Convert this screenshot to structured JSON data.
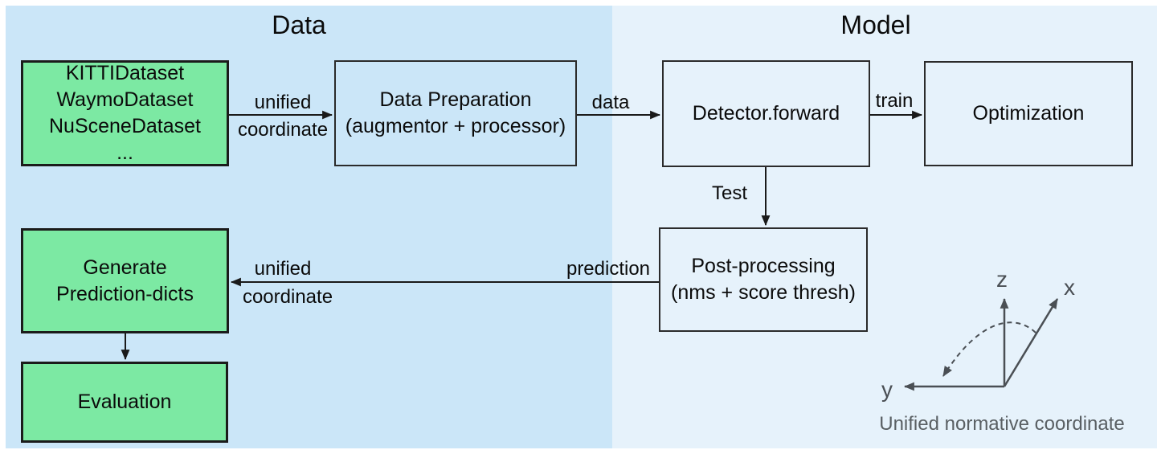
{
  "titles": {
    "data": "Data",
    "model": "Model"
  },
  "boxes": {
    "datasets": {
      "lines": [
        "KITTIDataset",
        "WaymoDataset",
        "NuSceneDataset",
        "..."
      ]
    },
    "data_preparation": {
      "lines": [
        "Data Preparation",
        "(augmentor + processor)"
      ]
    },
    "detector_forward": {
      "label": "Detector.forward"
    },
    "optimization": {
      "label": "Optimization"
    },
    "post_processing": {
      "lines": [
        "Post-processing",
        "(nms + score thresh)"
      ]
    },
    "generate_prediction": {
      "lines": [
        "Generate",
        "Prediction-dicts"
      ]
    },
    "evaluation": {
      "label": "Evaluation"
    }
  },
  "edges": {
    "unified_top": {
      "line1": "unified",
      "line2": "coordinate"
    },
    "data": "data",
    "train": "train",
    "test": "Test",
    "prediction": "prediction",
    "unified_bottom": {
      "line1": "unified",
      "line2": "coordinate"
    }
  },
  "axes": {
    "z": "z",
    "x": "x",
    "y": "y",
    "caption": "Unified normative coordinate"
  },
  "colors": {
    "panel_data_bg": "#cbe6f8",
    "panel_model_bg": "#e6f2fb",
    "green_box_bg": "#7ce9a3",
    "axes_color": "#4a4f54",
    "caption_color": "#595f63",
    "arrow_color": "#1a1a1a"
  }
}
